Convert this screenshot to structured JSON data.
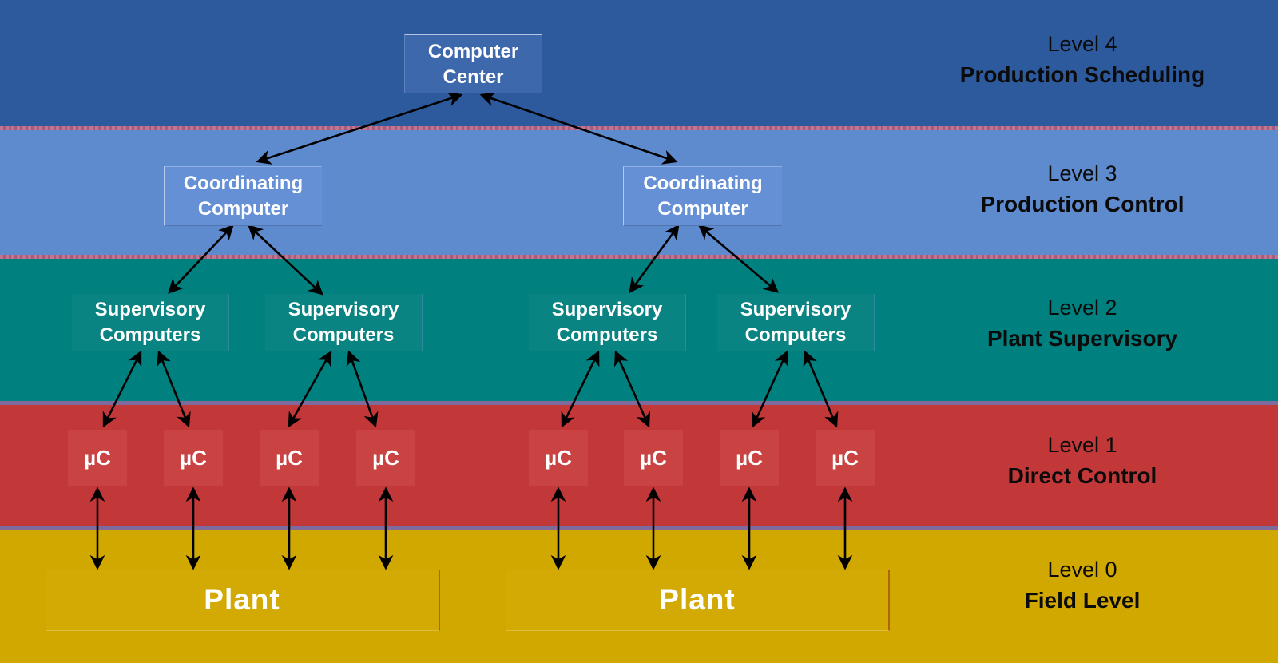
{
  "diagram_type": "automation-pyramid-hierarchy",
  "levels": [
    {
      "level_label": "Level 4",
      "level_name": "Production Scheduling",
      "band_color": "#2d5a9d"
    },
    {
      "level_label": "Level 3",
      "level_name": "Production Control",
      "band_color": "#5e8ace"
    },
    {
      "level_label": "Level 2",
      "level_name": "Plant Supervisory",
      "band_color": "#00807f"
    },
    {
      "level_label": "Level 1",
      "level_name": "Direct Control",
      "band_color": "#c23737"
    },
    {
      "level_label": "Level 0",
      "level_name": "Field Level",
      "band_color": "#d0a800"
    }
  ],
  "nodes": {
    "computer_center": {
      "label": "Computer Center"
    },
    "coordinating": {
      "label": "Coordinating Computer"
    },
    "supervisory": {
      "label": "Supervisory Computers"
    },
    "microcontroller": {
      "label": "µC"
    },
    "plant": {
      "label": "Plant"
    }
  },
  "connectors": {
    "style": "double-headed-arrow",
    "color": "#000000"
  },
  "divider_colors": {
    "upper_dotted_pink": "#bf6e8b",
    "lower_solid_purple": "#7e6a9c"
  },
  "text_colors": {
    "node_text": "#ffffff",
    "level_label_text": "#0b0b0b"
  }
}
